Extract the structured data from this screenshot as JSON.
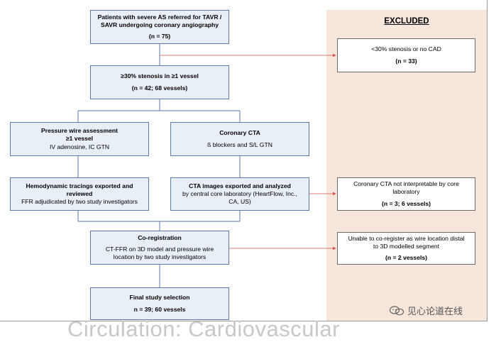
{
  "excluded_header": "EXCLUDED",
  "boxes": {
    "enrolled": {
      "line1": "Patients with severe AS referred for TAVR /",
      "line2": "SAVR undergoing coronary angiography",
      "count": "(n = 75)"
    },
    "stenosis": {
      "line1": "≥30% stenosis in ≥1 vessel",
      "count": "(n = 42; 68 vessels)"
    },
    "pressure_wire": {
      "line1": "Pressure wire assessment",
      "line2": "≥1 vessel",
      "line3": "IV adenosine, IC GTN"
    },
    "coronary_cta": {
      "line1": "Coronary CTA",
      "line2": "ß blockers and S/L GTN"
    },
    "hemodynamic": {
      "line1": "Hemodynamic tracings exported and",
      "line2": "reviewed",
      "line3": "FFR adjudicated by two study investigators"
    },
    "cta_images": {
      "line1": "CTA images exported and analyzed",
      "line2": "by central core laboratory (HeartFlow, Inc.,",
      "line3": "CA, US)"
    },
    "coregistration": {
      "line1": "Co-registration",
      "line2": "CT-FFR on 3D model and pressure wire",
      "line3": "location by two study investigators"
    },
    "final": {
      "line1": "Final study selection",
      "count": "n = 39; 60 vessels"
    },
    "excl_no_cad": {
      "line1": "<30% stenosis or no CAD",
      "count": "(n = 33)"
    },
    "excl_cta": {
      "line1": "Coronary CTA not interpretable by core",
      "line2": "laboratory",
      "count": "(n = 3; 6 vessels)"
    },
    "excl_coreg": {
      "line1": "Unable to co-register as wire location distal",
      "line2": "to 3D modelled segment",
      "count": "(n = 2 vessels)"
    }
  },
  "watermark": "见心论道在线",
  "bottom_text": "Circulation: Cardiovascular",
  "colors": {
    "box_fill": "#e9eff7",
    "box_border": "#5b7aa6",
    "excluded_fill": "#f6e6dc",
    "connector": "#5b7aa6",
    "exclusion_arrow": "#d9534f"
  }
}
